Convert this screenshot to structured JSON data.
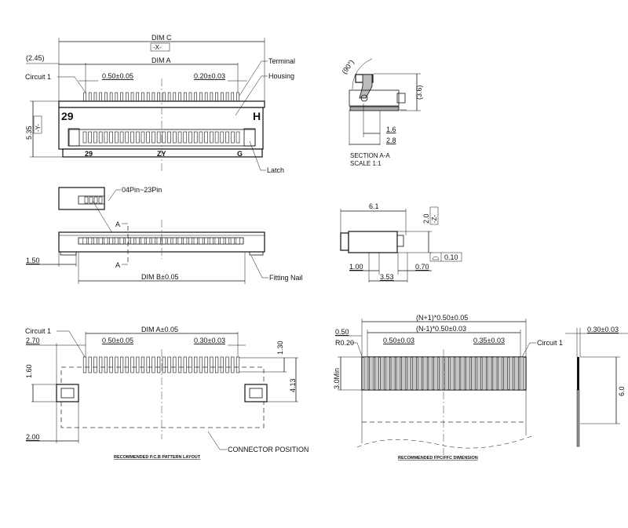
{
  "top_view": {
    "dim_c": "DIM C",
    "datum_x": "-X-",
    "ref_245": "(2.45)",
    "dim_a": "DIM A",
    "circuit1": "Circuit 1",
    "pitch": "0.50±0.05",
    "pin_width": "0.20±0.03",
    "terminal": "Terminal",
    "housing": "Housing",
    "latch": "Latch",
    "marker_29": "29",
    "marker_h": "H",
    "bottom_29": "29",
    "bottom_zy": "ZY",
    "bottom_g": "G",
    "height": "5.35",
    "datum_y": "-Y-",
    "pin_count": 30
  },
  "section": {
    "angle": "(90°)",
    "height": "(3.6)",
    "d1": "1.6",
    "d2": "2.8",
    "title": "SECTION  A-A",
    "scale": "SCALE     1:1"
  },
  "front_view": {
    "pin_range": "04Pin~23Pin",
    "section_mark": "A",
    "offset": "1.50",
    "dim_b": "DIM B±0.05",
    "fitting_nail": "Fitting Nail"
  },
  "side_view": {
    "width": "6.1",
    "height": "2.0",
    "datum_z": "-Z-",
    "flatness": "0.10",
    "d_100": "1.00",
    "d_070": "0.70",
    "d_353": "3.53"
  },
  "pcb": {
    "dim_a": "DIM A±0.05",
    "d_270": "2.70",
    "circuit1": "Circuit 1",
    "pitch": "0.50±0.05",
    "pad_width": "0.30±0.03",
    "d_130": "1.30",
    "d_160": "1.60",
    "d_413": "4.13",
    "d_200": "2.00",
    "connector_position": "CONNECTOR POSITION",
    "title": "RECOMMENDED P.C.B PATTERN LAYOUT"
  },
  "fpc": {
    "total": "(N+1)*0.50±0.05",
    "inner": "(N-1)*0.50±0.03",
    "d_050": "0.50",
    "radius": "R0.20",
    "pitch": "0.50±0.03",
    "width": "0.35±0.03",
    "circuit1": "Circuit 1",
    "min_len": "3.0Min",
    "thickness": "0.30±0.03",
    "length": "6.0",
    "title": "RECOMMENDED FPC/FFC DIMENSION"
  }
}
